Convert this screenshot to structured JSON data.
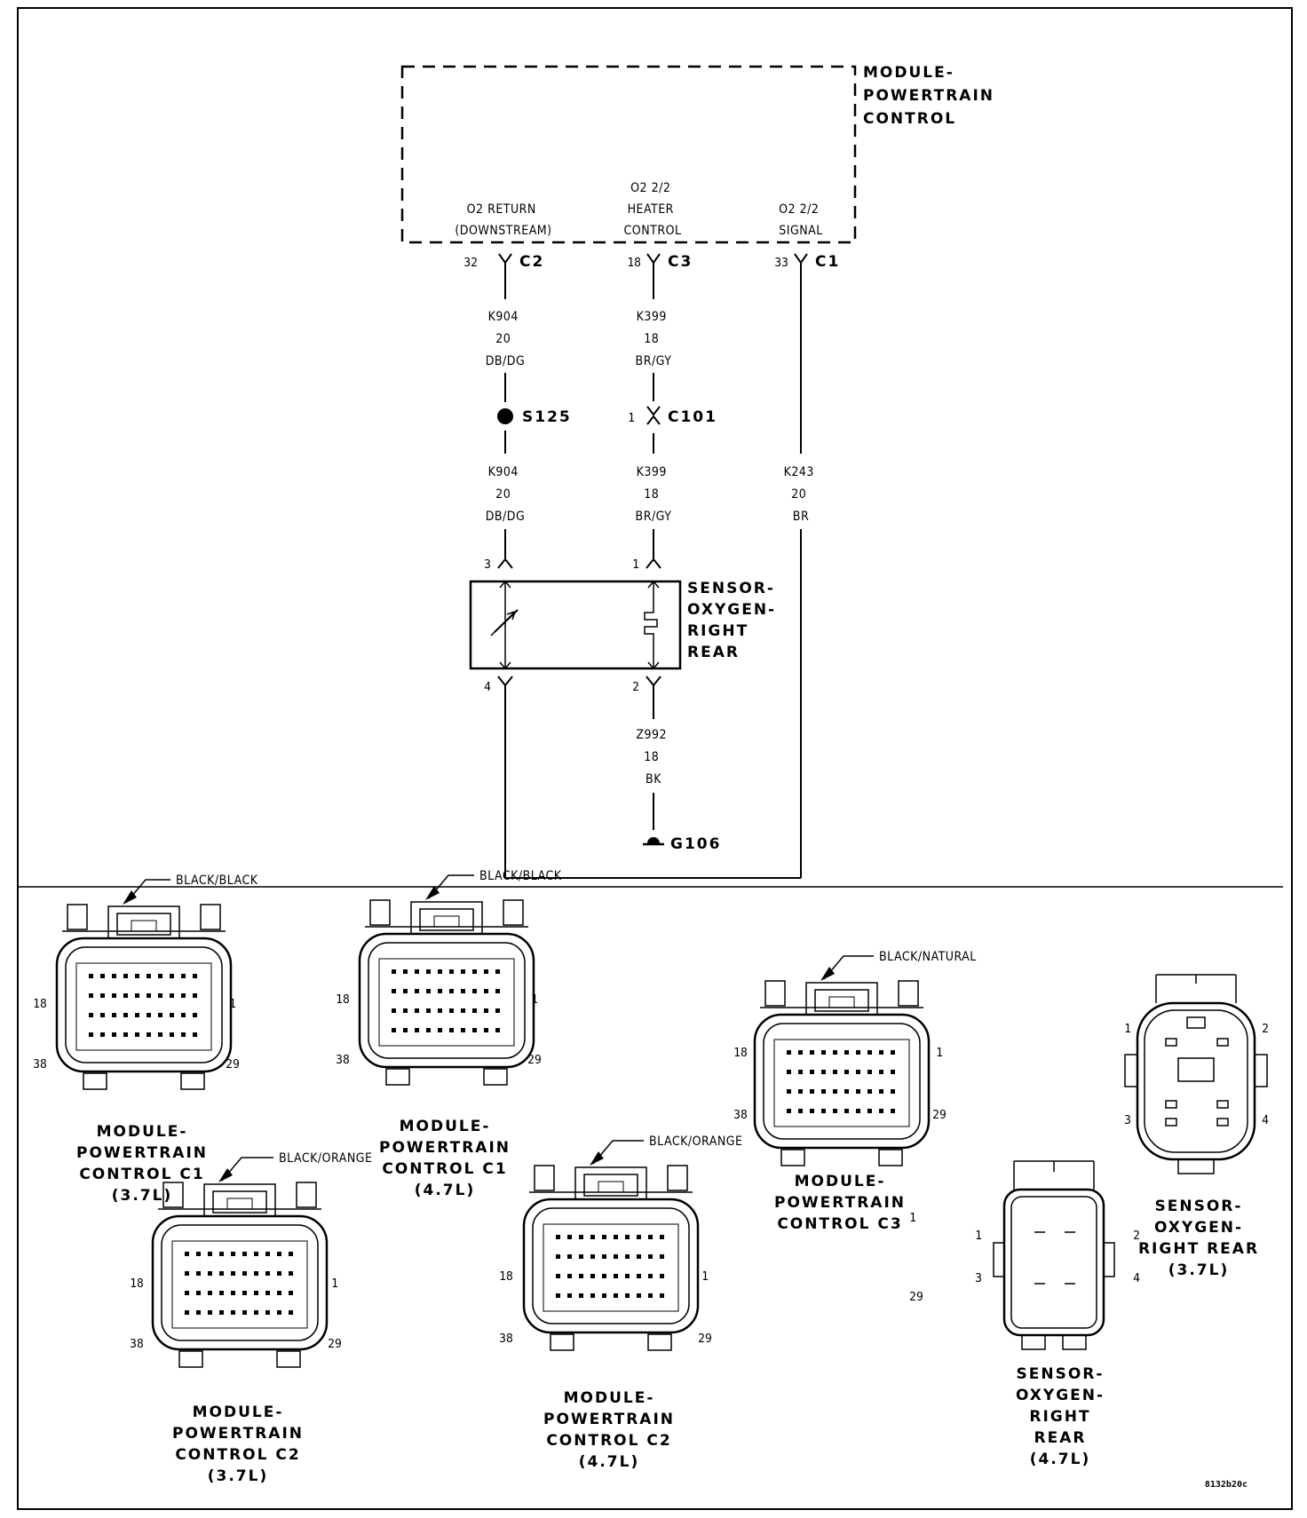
{
  "pcm": {
    "name_lines": [
      "MODULE-",
      "POWERTRAIN",
      "CONTROL"
    ],
    "functions": [
      {
        "lines": [
          "O2 RETURN",
          "(DOWNSTREAM)"
        ]
      },
      {
        "lines": [
          "O2 2/2",
          "HEATER",
          "CONTROL"
        ]
      },
      {
        "lines": [
          "O2 2/2",
          "SIGNAL"
        ]
      }
    ],
    "pins": [
      {
        "pin": "32",
        "connector": "C2"
      },
      {
        "pin": "18",
        "connector": "C3"
      },
      {
        "pin": "33",
        "connector": "C1"
      }
    ]
  },
  "wires": {
    "k904_upper": [
      "K904",
      "20",
      "DB/DG"
    ],
    "k399_upper": [
      "K399",
      "18",
      "BR/GY"
    ],
    "k904_lower": [
      "K904",
      "20",
      "DB/DG"
    ],
    "k399_lower": [
      "K399",
      "18",
      "BR/GY"
    ],
    "k243": [
      "K243",
      "20",
      "BR"
    ],
    "z992": [
      "Z992",
      "18",
      "BK"
    ]
  },
  "splice": "S125",
  "inline_connector": {
    "pin": "1",
    "name": "C101"
  },
  "ground": "G106",
  "sensor": {
    "name_lines": [
      "SENSOR-",
      "OXYGEN-",
      "RIGHT",
      "REAR"
    ],
    "pins_top": [
      "3",
      "1"
    ],
    "pins_bottom": [
      "4",
      "2"
    ]
  },
  "connectors": [
    {
      "label_lines": [
        "MODULE-",
        "POWERTRAIN",
        "CONTROL C1",
        "(3.7L)"
      ],
      "color": "BLACK/BLACK",
      "pins": [
        "18",
        "1",
        "38",
        "29"
      ]
    },
    {
      "label_lines": [
        "MODULE-",
        "POWERTRAIN",
        "CONTROL C1",
        "(4.7L)"
      ],
      "color": "BLACK/BLACK",
      "pins": [
        "18",
        "1",
        "38",
        "29"
      ]
    },
    {
      "label_lines": [
        "MODULE-",
        "POWERTRAIN",
        "CONTROL C3"
      ],
      "color": "BLACK/NATURAL",
      "pins": [
        "18",
        "1",
        "38",
        "29"
      ]
    },
    {
      "label_lines": [
        "MODULE-",
        "POWERTRAIN",
        "CONTROL C2",
        "(3.7L)"
      ],
      "color": "BLACK/ORANGE",
      "pins": [
        "18",
        "1",
        "38",
        "29"
      ]
    },
    {
      "label_lines": [
        "MODULE-",
        "POWERTRAIN",
        "CONTROL C2",
        "(4.7L)"
      ],
      "color": "BLACK/ORANGE",
      "pins": [
        "18",
        "1",
        "38",
        "29"
      ]
    },
    {
      "label_lines": [
        "SENSOR-",
        "OXYGEN-",
        "RIGHT REAR",
        "(3.7L)"
      ],
      "pins": [
        "1",
        "2",
        "3",
        "4"
      ]
    },
    {
      "label_lines": [
        "SENSOR-",
        "OXYGEN-",
        "RIGHT",
        "REAR",
        "(4.7L)"
      ],
      "pins": [
        "1",
        "2",
        "3",
        "4"
      ]
    }
  ],
  "stray_labels": [
    "1",
    "29"
  ],
  "figure_id": "8132b20c"
}
